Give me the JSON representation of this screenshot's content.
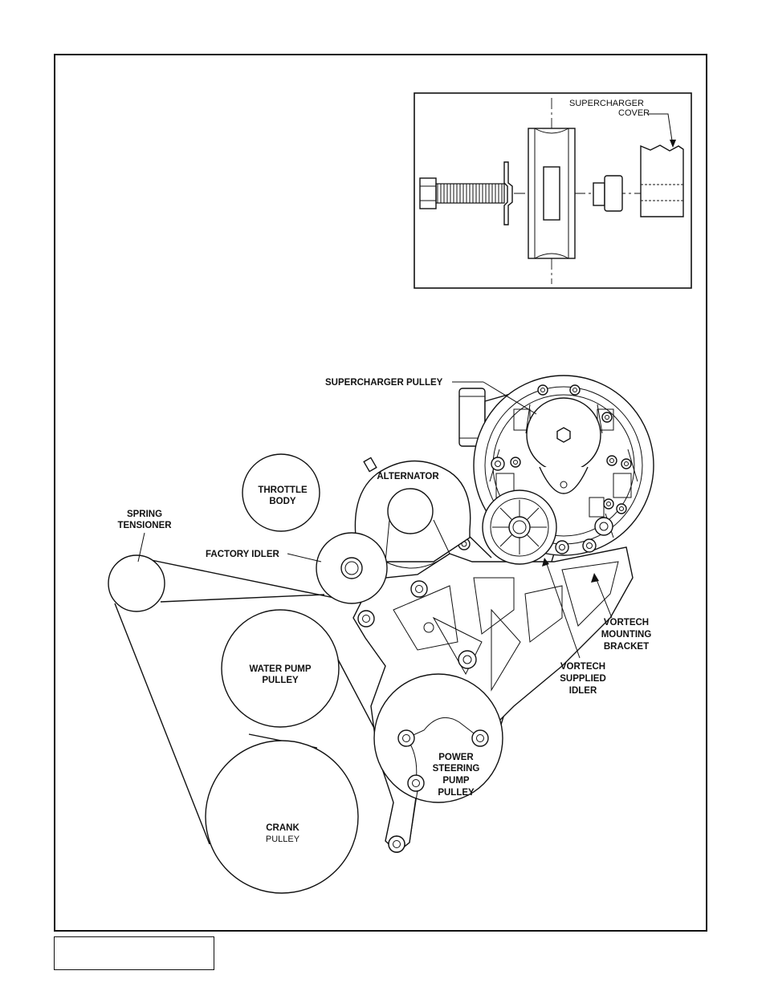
{
  "inset": {
    "supercharger_cover_line1": "SUPERCHARGER",
    "supercharger_cover_line2": "COVER"
  },
  "labels": {
    "supercharger_pulley": "SUPERCHARGER PULLEY",
    "throttle_body_line1": "THROTTLE",
    "throttle_body_line2": "BODY",
    "alternator": "ALTERNATOR",
    "spring_tensioner_line1": "SPRING",
    "spring_tensioner_line2": "TENSIONER",
    "factory_idler": "FACTORY IDLER",
    "water_pump_line1": "WATER PUMP",
    "water_pump_line2": "PULLEY",
    "crank_line1": "CRANK",
    "crank_line2": "PULLEY",
    "vortech_bracket_line1": "VORTECH",
    "vortech_bracket_line2": "MOUNTING",
    "vortech_bracket_line3": "BRACKET",
    "vortech_idler_line1": "VORTECH",
    "vortech_idler_line2": "SUPPLIED",
    "vortech_idler_line3": "IDLER",
    "power_steering_line1": "POWER",
    "power_steering_line2": "STEERING",
    "power_steering_line3": "PUMP",
    "power_steering_line4": "PULLEY"
  },
  "caption": ""
}
